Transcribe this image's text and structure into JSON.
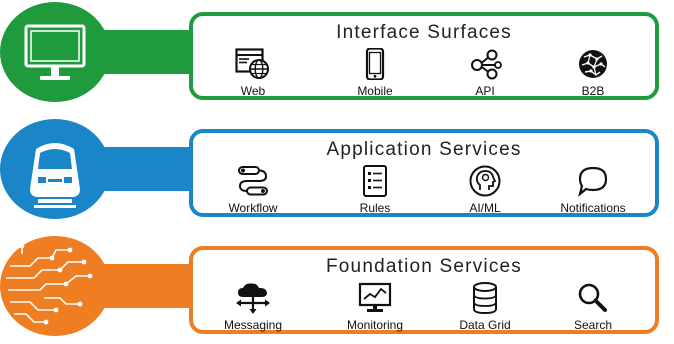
{
  "colors": {
    "green": "#1f9a3c",
    "blue": "#1b86c7",
    "orange": "#ef7d22"
  },
  "layers": [
    {
      "title": "Interface Surfaces",
      "circle_icon": "monitor-icon",
      "items": [
        {
          "label": "Web",
          "icon": "browser-globe-icon"
        },
        {
          "label": "Mobile",
          "icon": "smartphone-icon"
        },
        {
          "label": "API",
          "icon": "share-nodes-icon"
        },
        {
          "label": "B2B",
          "icon": "globe-network-icon"
        }
      ]
    },
    {
      "title": "Application Services",
      "circle_icon": "train-icon",
      "items": [
        {
          "label": "Workflow",
          "icon": "workflow-icon"
        },
        {
          "label": "Rules",
          "icon": "checklist-icon"
        },
        {
          "label": "AI/ML",
          "icon": "ai-head-icon"
        },
        {
          "label": "Notifications",
          "icon": "speech-bubble-icon"
        }
      ]
    },
    {
      "title": "Foundation Services",
      "circle_icon": "circuit-board-icon",
      "items": [
        {
          "label": "Messaging",
          "icon": "cloud-arrows-icon"
        },
        {
          "label": "Monitoring",
          "icon": "monitor-chart-icon"
        },
        {
          "label": "Data Grid",
          "icon": "database-icon"
        },
        {
          "label": "Search",
          "icon": "magnifier-icon"
        }
      ]
    }
  ]
}
